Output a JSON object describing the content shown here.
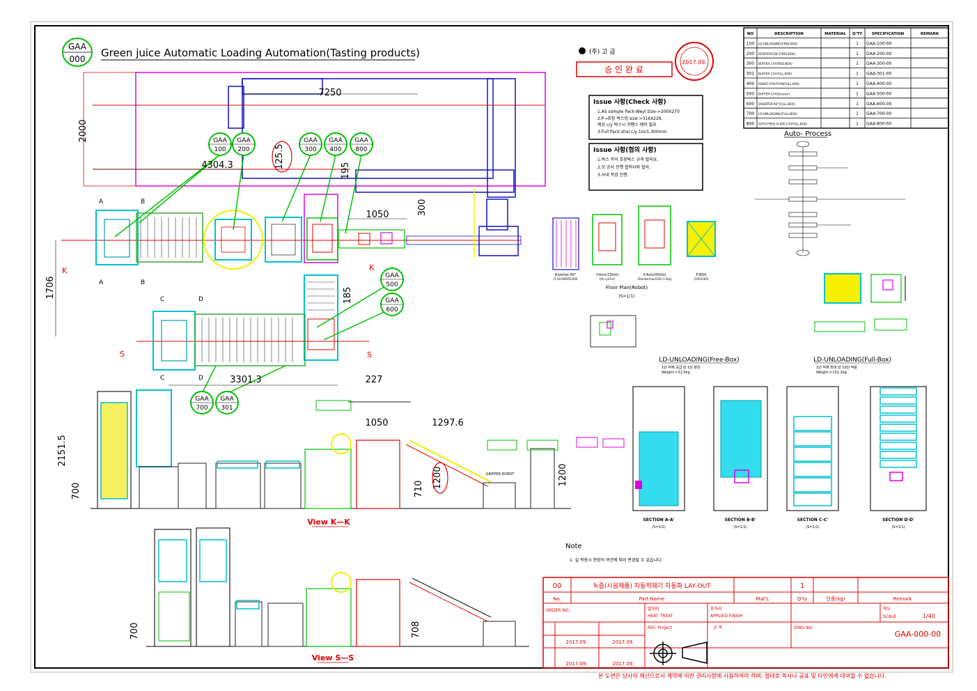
{
  "title": {
    "badge_top": "GAA",
    "badge_bottom": "000",
    "text": "Green juice Automatic Loading Automation(Tasting products)"
  },
  "company": {
    "name": "(주) 고 금",
    "approval_stamp": "승 인 완 료",
    "seal_text": "2017.09."
  },
  "parts_table": {
    "headers": [
      "NO",
      "DESCRIPTION",
      "MATERIAL",
      "Q'TY",
      "SPECIFICATION",
      "REMARK"
    ],
    "rows": [
      [
        "100",
        "LO-UNLOADING(FREE-BOX)",
        "",
        "1",
        "GAA-100-00",
        ""
      ],
      [
        "200",
        "DIVERTER-90°(FREE-BOX)",
        "",
        "1",
        "GAA-200-00",
        ""
      ],
      [
        "300",
        "BUFFER C/V(FREE-BOX)",
        "",
        "1",
        "GAA-300-00",
        ""
      ],
      [
        "301",
        "BUFFER C/V(FULL-BOX)",
        "",
        "1",
        "GAA-301-00",
        ""
      ],
      [
        "400",
        "ROBOT-POSITION(FULL-BOX)",
        "",
        "1",
        "GAA-400-00",
        ""
      ],
      [
        "500",
        "BUFFER C/V(Diverter)",
        "",
        "1",
        "GAA-500-00",
        ""
      ],
      [
        "600",
        "DIVERTER-90°(FULL-BOX)",
        "",
        "1",
        "GAA-600-00",
        ""
      ],
      [
        "700",
        "LD-UNLOADING(FULL-BOX)",
        "",
        "1",
        "GAA-700-00",
        ""
      ],
      [
        "800",
        "AUTO FEED ALIGN C/V(FULL-BOX)",
        "",
        "1",
        "GAA-800-00",
        ""
      ]
    ]
  },
  "issue_boxes": [
    {
      "heading": "Issue 사항(Check 사항)",
      "lines": [
        "1.AS sample Pack-Weyl Size->200X270",
        "2.P→포장 박스업 size->316X229,",
        "  에상 c/y 박스시 카팬스 제작 필요",
        "3.Full Pack-shal c/y 1m/1,300mm"
      ]
    },
    {
      "heading": "Issue 사항(협의 사항)",
      "lines": [
        "1.박스 카이 포장박스 규격 협의요.",
        "2.모 공사 진행 협력사와 협의.",
        "3.사내 작업 진행."
      ]
    }
  ],
  "dimensions": [
    "7250",
    "2000",
    "4304.3",
    "125.5",
    "195",
    "1050",
    "300",
    "1706",
    "185",
    "3301.3",
    "227",
    "2151.5",
    "700",
    "1050",
    "1297.6",
    "1200",
    "710",
    "1200",
    "708",
    "700"
  ],
  "callouts": [
    "100",
    "200",
    "300",
    "400",
    "800",
    "500",
    "600",
    "700",
    "301"
  ],
  "section_marks": [
    "A",
    "A",
    "B",
    "B",
    "C",
    "C",
    "D",
    "D",
    "K",
    "K",
    "S",
    "S"
  ],
  "auto_process_title": "Auto- Process",
  "robot_views": {
    "captions": [
      "Diverter-90°",
      "Y-Axis(230st)",
      "X-Axis(450st)",
      "F-BOX"
    ],
    "subcaptions": [
      "(1-50•800X2300)",
      "(At-cyl/1st)",
      "(Stacker/load120•1:1kg)",
      "(245X185)"
    ],
    "floor_plan_label": "Floor Plan(Robot)",
    "floor_plan_scale": "(S=1/1)"
  },
  "unloading_groups": [
    {
      "title": "LD-UNLOADING(Free-Box)",
      "note1": "1단 적재 공급 당 1단 분리",
      "note2": "Weight->31.5kg"
    },
    {
      "title": "LD-UNLOADING(Full-Box)",
      "note1": "1단 적재 최대 당 10단 적용",
      "note2": "Weight->151.2kg"
    }
  ],
  "sections": [
    {
      "name": "SECTION A-A'",
      "scale": "(S=1/1)"
    },
    {
      "name": "SECTION B-B'",
      "scale": "(S=1/1)"
    },
    {
      "name": "SECTION C-C'",
      "scale": "(S=1/1)"
    },
    {
      "name": "SECTION D-D'",
      "scale": "(S=1/1)"
    }
  ],
  "view_labels": [
    "View K—K",
    "View S—S"
  ],
  "robot_view_caption": "GRIPPER ROBOT",
  "note": {
    "heading": "Note",
    "text": "1. 실 적용시 현장의 여건에 따라 변경될 수 있습니다."
  },
  "title_block": {
    "rev": "00",
    "part_name": "녹즙(시음제품) 자동적재기 자동화 LAY-OUT",
    "qty": "1",
    "labels": [
      "No.",
      "Part Name",
      "Mat'L",
      "Q'ty",
      "단중(kg)",
      "Remark"
    ],
    "order_no": "ORDER NO.",
    "heat_treat_ko": "열처리",
    "heat_treat": "HEAT TREAT",
    "finish_ko": "후처리",
    "finish": "APPLIED FINISH",
    "scale_ko": "척도",
    "scale_label": "SCALE",
    "scale": "1/40",
    "ref_project": "REF. Project",
    "standard": "규 격",
    "dwg_no_label": "DWG NO.",
    "dwg_no": "GAA-000-00",
    "date1": "2017.09.",
    "date2": "2017.09.",
    "date3": "2017.09.",
    "date4": "2017.09."
  },
  "footer": "본 도면은 당사의 재산으로서 계약에 의한 권리사항에 사용하여야 하며, 절대로 복사나 공표 및 타인에게 대여할 수 없습니다.",
  "colors": {
    "frame": "#000000",
    "red": "#e00000",
    "green": "#00c000",
    "cyan": "#00e0f0",
    "magenta": "#e000e0",
    "blue": "#1010c0",
    "yellow": "#f0f000"
  }
}
